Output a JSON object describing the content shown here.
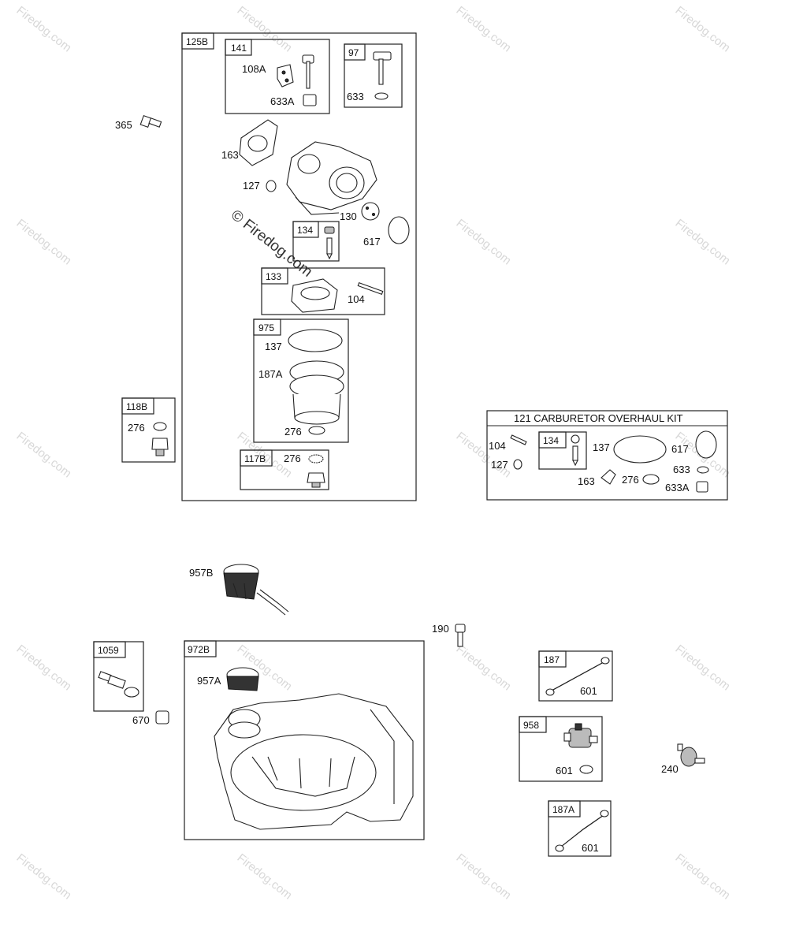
{
  "watermark": {
    "text": "Firedog.com",
    "main": "© Firedog.com"
  },
  "groups": {
    "g125B": "125B",
    "g141": "141",
    "g97": "97",
    "g134a": "134",
    "g133": "133",
    "g975": "975",
    "g118B": "118B",
    "g117B": "117B",
    "g121": "121 CARBURETOR OVERHAUL KIT",
    "g134b": "134",
    "g1059": "1059",
    "g972B": "972B",
    "g187": "187",
    "g958": "958",
    "g187A": "187A"
  },
  "parts": {
    "p365": "365",
    "p108A": "108A",
    "p633A_a": "633A",
    "p633_a": "633",
    "p163_a": "163",
    "p127_a": "127",
    "p130": "130",
    "p617_a": "617",
    "p104_a": "104",
    "p137_a": "137",
    "p187A_ring": "187A",
    "p276_a": "276",
    "p276_b": "276",
    "p276_c": "276",
    "p104_b": "104",
    "p127_b": "127",
    "p137_b": "137",
    "p617_b": "617",
    "p163_b": "163",
    "p276_d": "276",
    "p633_b": "633",
    "p633A_b": "633A",
    "p957B": "957B",
    "p190": "190",
    "p957A": "957A",
    "p670": "670",
    "p601_a": "601",
    "p601_b": "601",
    "p601_c": "601",
    "p240": "240"
  }
}
